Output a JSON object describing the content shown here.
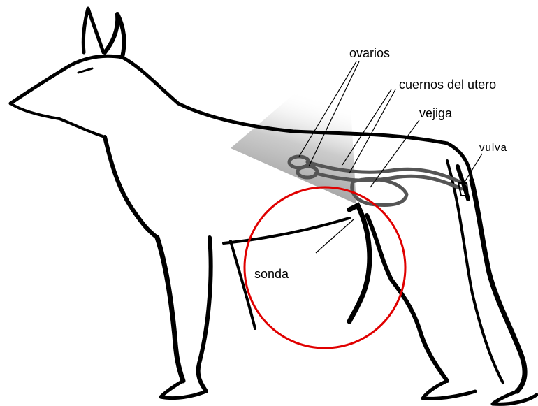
{
  "labels": {
    "ovaries": "ovarios",
    "uterine_horns": "cuernos del utero",
    "bladder": "vejiga",
    "vulva": "vulva",
    "probe": "sonda"
  },
  "colors": {
    "outline": "#000000",
    "organs": "#555555",
    "ultrasound_beam": "#9a9a9a",
    "highlight_circle": "#e00000"
  }
}
